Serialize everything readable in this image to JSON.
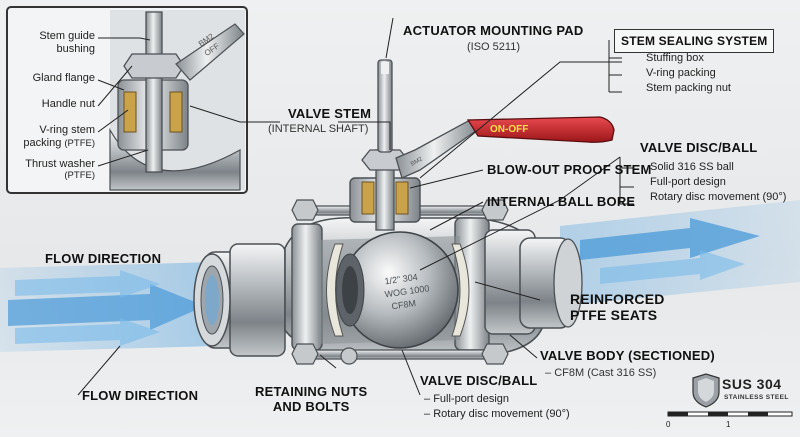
{
  "labels": {
    "actuator_pad": "ACTUATOR MOUNTING PAD",
    "actuator_pad_sub": "(ISO 5211)",
    "valve_stem": "VALVE STEM",
    "valve_stem_sub": "(INTERNAL SHAFT)",
    "blowout_stem": "BLOW-OUT PROOF STEM",
    "internal_bore": "INTERNAL BALL BORE",
    "flow_direction_top": "FLOW DIRECTION",
    "flow_direction_bottom": "FLOW DIRECTION",
    "retaining_nuts": "RETAINING NUTS",
    "retaining_nuts_2": "AND BOLTS",
    "reinforced_seats": "REINFORCED",
    "reinforced_seats_2": "PTFE SEATS",
    "valve_body": "VALVE BODY (SECTIONED)",
    "valve_body_sub": "CF8M (Cast 316 SS)",
    "handle_text": "ON-OFF",
    "ball_stamp": [
      "1/2\" 304",
      "WOG 1000",
      "CF8M"
    ],
    "gland_text": [
      "BM2",
      "OFF"
    ]
  },
  "stem_sealing": {
    "title": "STEM SEALING SYSTEM",
    "items": [
      "Stuffing box",
      "V-ring packing",
      "Stem packing nut"
    ]
  },
  "disc_ball_right": {
    "title": "VALVE DISC/BALL",
    "items": [
      "Solid 316 SS ball",
      "Full-port design",
      "Rotary disc movement (90°)"
    ]
  },
  "disc_ball_bottom": {
    "title": "VALVE DISC/BALL",
    "items": [
      "Full-port design",
      "Rotary disc movement (90°)"
    ]
  },
  "inset": {
    "stem_guide": "Stem guide",
    "stem_guide_2": "bushing",
    "gland_flange": "Gland flange",
    "handle_nut": "Handle nut",
    "vring": "V-ring stem",
    "vring_2": "packing",
    "vring_2b": "(PTFE)",
    "thrust": "Thrust washer",
    "thrust_2": "(PTFE)"
  },
  "badge": {
    "title": "SUS 304",
    "subtitle": "STAINLESS STEEL",
    "scale": [
      "0",
      "1"
    ]
  },
  "colors": {
    "handle": "#c8232a",
    "flow": "#5aa6e0",
    "steel": "#9aa0a5",
    "packing": "#c9a24a"
  }
}
